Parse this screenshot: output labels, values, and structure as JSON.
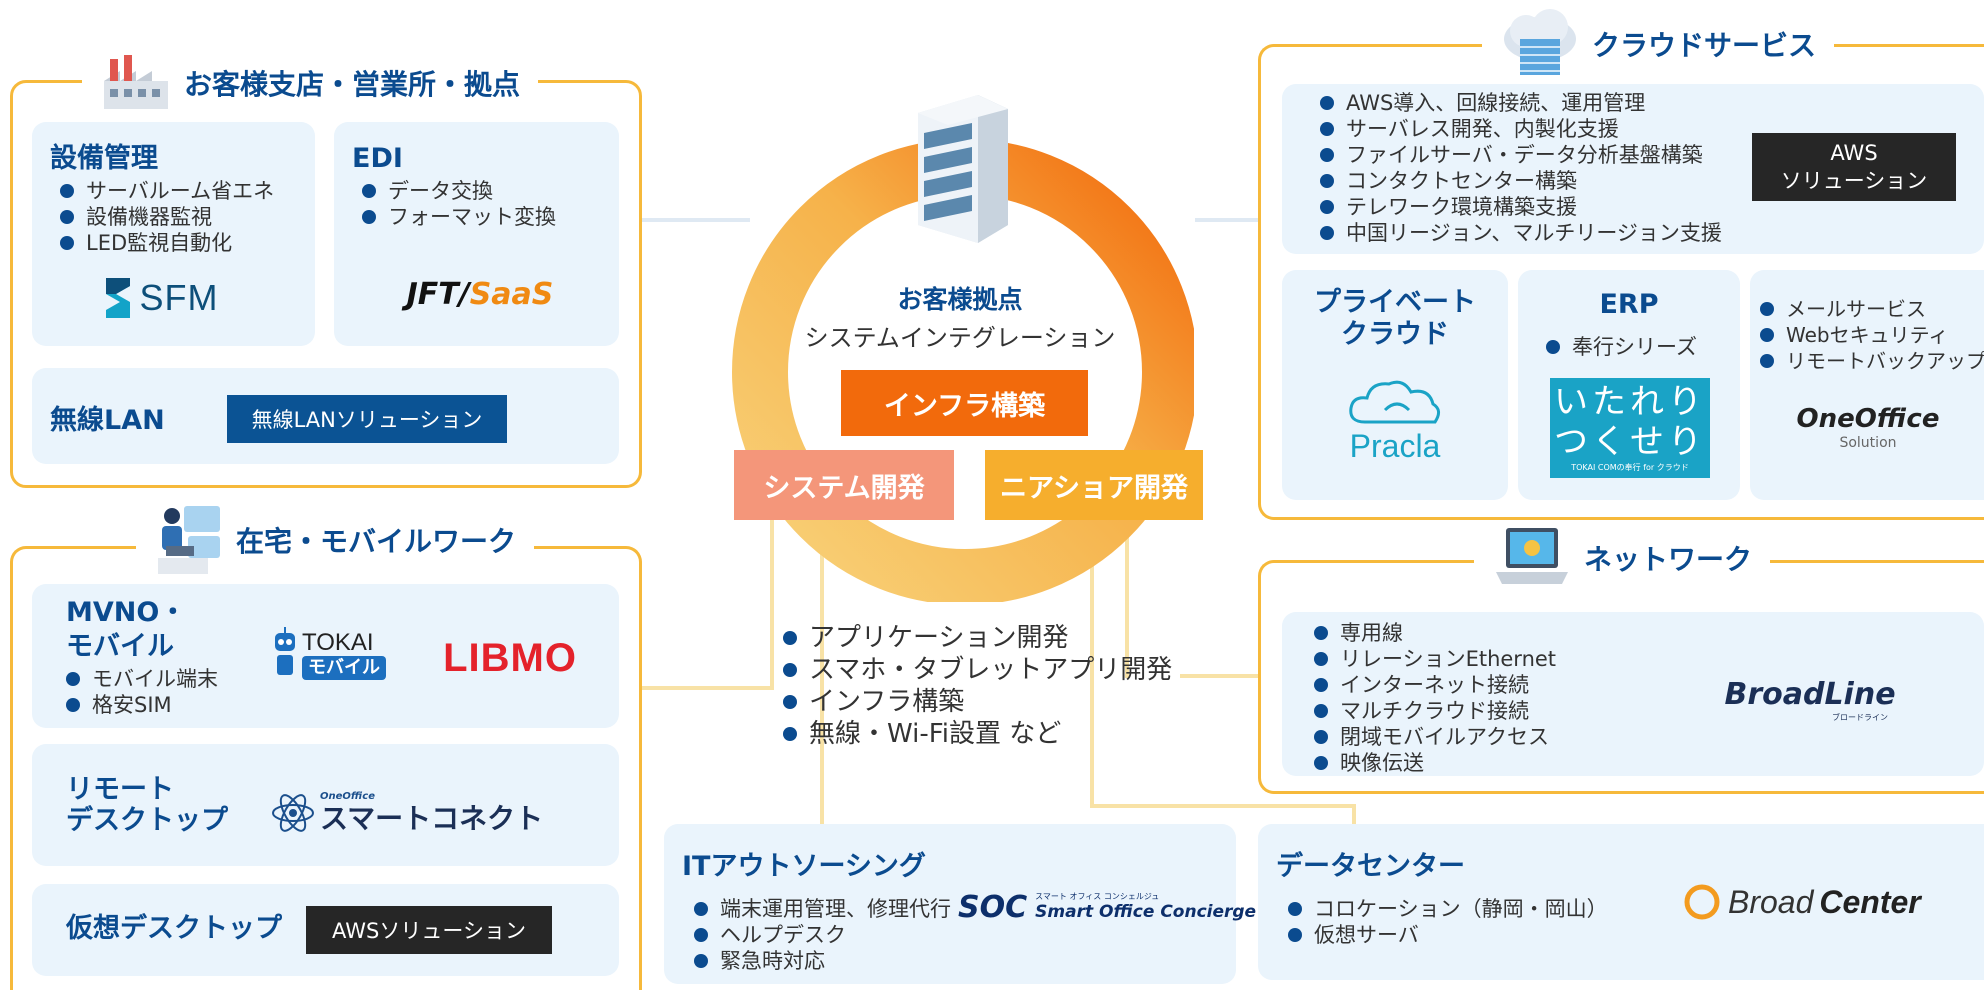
{
  "center": {
    "title": "お客様拠点",
    "subtitle": "システムインテグレーション",
    "pill_infra": "インフラ構築",
    "pill_system": "システム開発",
    "pill_nearshore": "ニアショア開発",
    "bullets": [
      "アプリケーション開発",
      "スマホ・タブレットアプリ開発",
      "インフラ構築",
      "無線・Wi-Fi設置 など"
    ]
  },
  "branch": {
    "title": "お客様支店・営業所・拠点",
    "facility": {
      "title": "設備管理",
      "items": [
        "サーバルーム省エネ",
        "設備機器監視",
        "LED監視自動化"
      ],
      "logo": "SFM"
    },
    "edi": {
      "title": "EDI",
      "items": [
        "データ交換",
        "フォーマット変換"
      ],
      "logo_a": "JFT/",
      "logo_b": "SaaS"
    },
    "wlan": {
      "title": "無線LAN",
      "button": "無線LANソリューション"
    }
  },
  "home": {
    "title": "在宅・モバイルワーク",
    "mvno": {
      "title_line1": "MVNO・",
      "title_line2": "モバイル",
      "items": [
        "モバイル端末",
        "格安SIM"
      ],
      "logo_tokai_top": "TOKAI",
      "logo_tokai_bottom": "モバイル",
      "logo_libmo": "LIBMO"
    },
    "remote": {
      "title_line1": "リモート",
      "title_line2": "デスクトップ",
      "logo_small": "OneOffice",
      "logo": "スマートコネクト"
    },
    "virtual": {
      "title": "仮想デスクトップ",
      "button": "AWSソリューション"
    }
  },
  "cloud": {
    "title": "クラウドサービス",
    "aws_items": [
      "AWS導入、回線接続、運用管理",
      "サーバレス開発、内製化支援",
      "ファイルサーバ・データ分析基盤構築",
      "コンタクトセンター構築",
      "テレワーク環境構築支援",
      "中国リージョン、マルチリージョン支援"
    ],
    "aws_button_line1": "AWS",
    "aws_button_line2": "ソリューション",
    "private": {
      "title_line1": "プライベート",
      "title_line2": "クラウド",
      "logo": "Pracla"
    },
    "erp": {
      "title": "ERP",
      "items": [
        "奉行シリーズ"
      ],
      "logo_line1": "いたれり",
      "logo_line2": "つくせり",
      "logo_caption": "TOKAI COMの奉行 for クラウド"
    },
    "other": {
      "items": [
        "メールサービス",
        "Webセキュリティ",
        "リモートバックアップ"
      ],
      "logo": "OneOffice",
      "logo_sub": "Solution"
    }
  },
  "network": {
    "title": "ネットワーク",
    "items": [
      "専用線",
      "リレーションEthernet",
      "インターネット接続",
      "マルチクラウド接続",
      "閉域モバイルアクセス",
      "映像伝送"
    ],
    "logo": "BroadLine",
    "logo_sub": "ブロードライン"
  },
  "it_outsourcing": {
    "title": "ITアウトソーシング",
    "items": [
      "端末運用管理、修理代行",
      "ヘルプデスク",
      "緊急時対応"
    ],
    "logo": "SOC",
    "logo_small": "スマート オフィス コンシェルジュ",
    "logo_text": "Smart Office Concierge"
  },
  "datacenter": {
    "title": "データセンター",
    "items": [
      "コロケーション（静岡・岡山）",
      "仮想サーバ"
    ],
    "logo_a": "Broad",
    "logo_b": "Center"
  },
  "colors": {
    "navy": "#0b4b8f",
    "frame": "#f6b93b",
    "card": "#eaf4fc",
    "infra": "#f26a0c",
    "system": "#f4967a",
    "nearshore": "#f6ae2d"
  }
}
